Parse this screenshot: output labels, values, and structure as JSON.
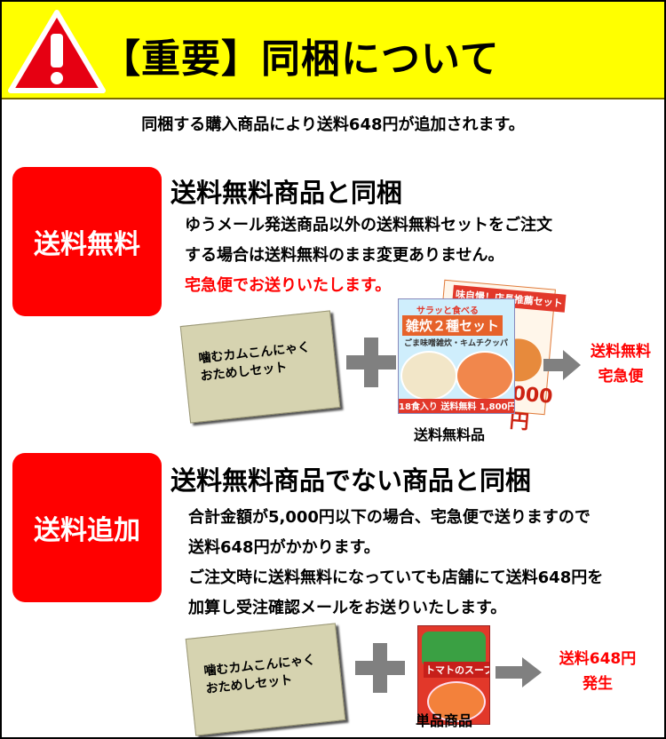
{
  "header": {
    "title": "【重要】同梱について"
  },
  "notice": "同梱する購入商品により送料648円が追加されます。",
  "section1": {
    "badge": "送料無料",
    "title": "送料無料商品と同梱",
    "line1": "ゆうメール発送商品以外の送料無料セットをご注文",
    "line2": "する場合は送料無料のまま変更ありません。",
    "line3_red": "宅急便でお送りいたします。",
    "box_line1": "噛むカムこんにゃく",
    "box_line2": "おためしセット",
    "pkg_back_title": "味自慢！店長推薦セット",
    "pkg_back_big": "000円",
    "pkg_sub": "サラッと食べる",
    "pkg_name": "雑炊２種セット",
    "pkg_desc": "ごま味噌雑炊・キムチクッパ",
    "pkg_foot": "18食入り 送料無料 1,800円",
    "caption": "送料無料品",
    "result_line1": "送料無料",
    "result_line2": "宅急便",
    "colors": {
      "accent": "#ff0000",
      "header_bg": "#ffff00"
    }
  },
  "section2": {
    "badge": "送料追加",
    "title": "送料無料商品でない商品と同梱",
    "line1": "合計金額が5,000円以下の場合、宅急便で送りますので",
    "line2": "送料648円がかかります。",
    "line3": "ご注文時に送料無料になっていても店舗にて送料648円を",
    "line4": "加算し受注確認メールをお送りいたします。",
    "box_line1": "噛むカムこんにゃく",
    "box_line2": "おためしセット",
    "soup_label": "トマトのスープ",
    "caption": "単品商品",
    "result_line1": "送料648円",
    "result_line2": "発生"
  }
}
